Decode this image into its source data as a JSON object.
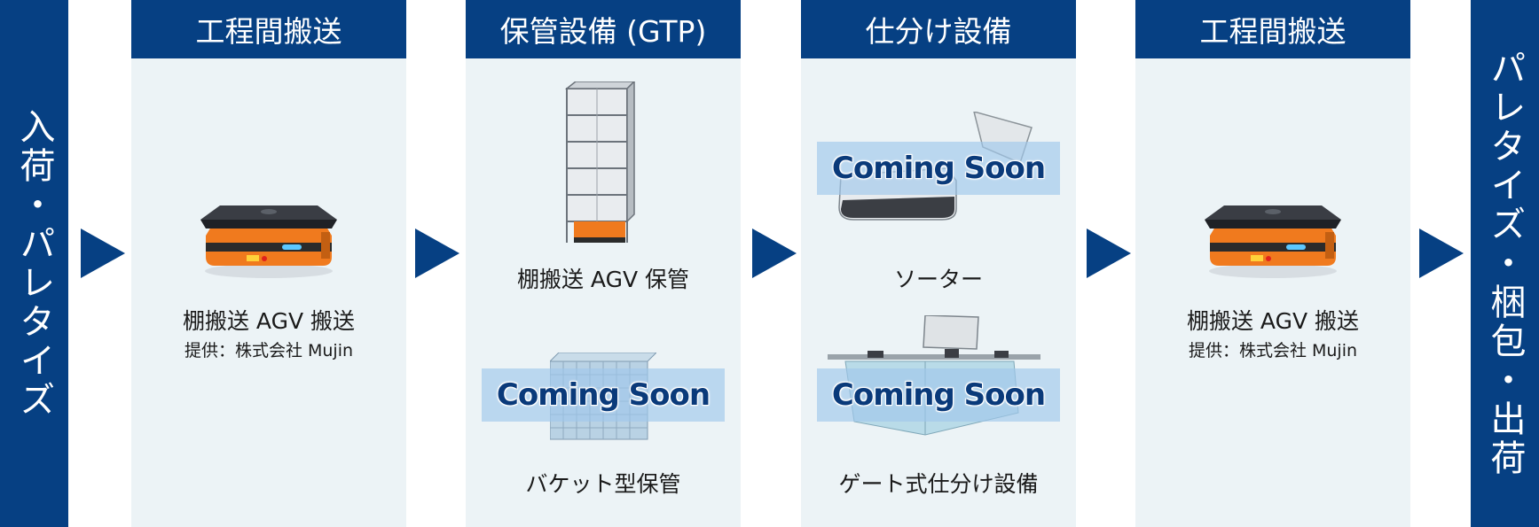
{
  "start": {
    "label": "入荷・パレタイズ"
  },
  "end": {
    "label": "パレタイズ・梱包・出荷"
  },
  "columns": [
    {
      "header": "工程間搬送",
      "items": [
        {
          "label": "棚搬送 AGV 搬送",
          "credit": "提供：株式会社 Mujin",
          "icon": "agv-robot-icon"
        }
      ]
    },
    {
      "header": "保管設備 (GTP)",
      "items": [
        {
          "label": "棚搬送 AGV 保管",
          "icon": "shelf-rack-icon"
        },
        {
          "label": "バケット型保管",
          "icon": "bucket-storage-icon",
          "overlay": "Coming Soon"
        }
      ]
    },
    {
      "header": "仕分け設備",
      "items": [
        {
          "label": "ソーター",
          "icon": "sorter-icon",
          "overlay": "Coming Soon"
        },
        {
          "label": "ゲート式仕分け設備",
          "icon": "gate-sorter-icon",
          "overlay": "Coming Soon"
        }
      ]
    },
    {
      "header": "工程間搬送",
      "items": [
        {
          "label": "棚搬送 AGV 搬送",
          "credit": "提供：株式会社 Mujin",
          "icon": "agv-robot-icon"
        }
      ]
    }
  ],
  "colors": {
    "navy": "#064083",
    "panel": "#ecf3f6",
    "overlay": "#a0c8eb",
    "agv_orange": "#f07a1e"
  }
}
